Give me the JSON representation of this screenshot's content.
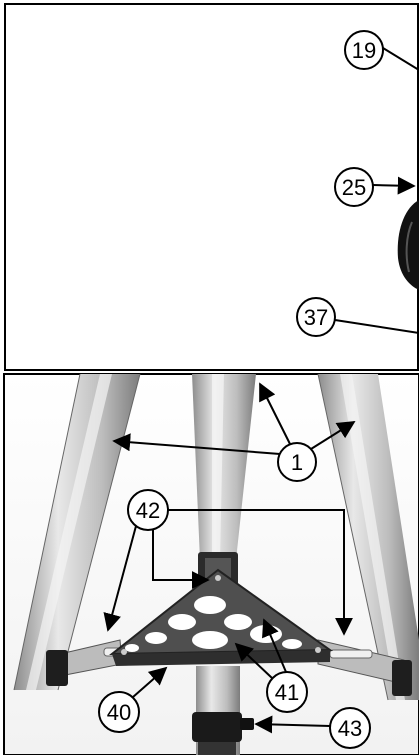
{
  "callouts": {
    "c19": "19",
    "c25": "25",
    "c37": "37",
    "c1": "1",
    "c42": "42",
    "c40": "40",
    "c41": "41",
    "c43": "43"
  },
  "colors": {
    "ink": "#000000",
    "paper": "#ffffff",
    "leg_light": "#d4d4d4",
    "leg_mid": "#a9a9a9",
    "leg_dark": "#7a7a7a",
    "tray": "#5a5a5a",
    "tray_edge": "#2a2a2a"
  }
}
